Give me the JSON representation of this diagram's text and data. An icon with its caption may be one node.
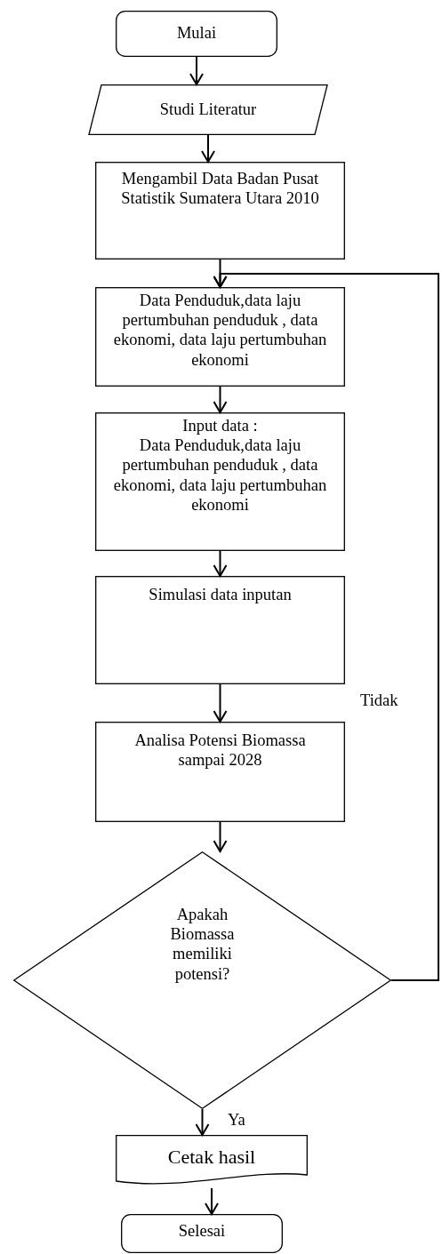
{
  "diagram": {
    "nodes": [
      {
        "text": [
          "Mulai"
        ]
      },
      {
        "text": [
          "Studi Literatur"
        ]
      },
      {
        "text": [
          "Mengambil Data Badan Pusat Statistik Sumatera Utara  2010"
        ]
      },
      {
        "text": [
          "Data Penduduk,data laju pertumbuhan penduduk , data ekonomi, data laju pertumbuhan ekonomi"
        ]
      },
      {
        "text": [
          "Input data :",
          "Data Penduduk,data laju pertumbuhan penduduk , data ekonomi, data laju pertumbuhan ekonomi"
        ]
      },
      {
        "text": [
          "Simulasi data inputan"
        ]
      },
      {
        "text": [
          "Analisa Potensi Biomassa sampai 2028"
        ]
      },
      {
        "text": [
          "Apakah Biomassa memiliki potensi?"
        ]
      },
      {
        "text": [
          "Cetak hasil"
        ]
      },
      {
        "text": [
          "Selesai"
        ]
      }
    ],
    "edges": [
      {
        "from": 0,
        "to": 1,
        "arrow": "to"
      },
      {
        "from": 1,
        "to": 2,
        "arrow": "to"
      },
      {
        "from": 2,
        "to": 3,
        "arrow": "to"
      },
      {
        "from": 3,
        "to": 4,
        "arrow": "to"
      },
      {
        "from": 4,
        "to": 5,
        "arrow": "to"
      },
      {
        "from": 5,
        "to": 6,
        "arrow": "to"
      },
      {
        "from": 6,
        "to": 7,
        "arrow": "to"
      },
      {
        "from": 7,
        "to": 3,
        "arrow": "to",
        "label": "Tidak"
      },
      {
        "from": 7,
        "to": 8,
        "arrow": "to",
        "label": "Ya"
      },
      {
        "from": 8,
        "to": 9,
        "arrow": "to"
      }
    ]
  }
}
